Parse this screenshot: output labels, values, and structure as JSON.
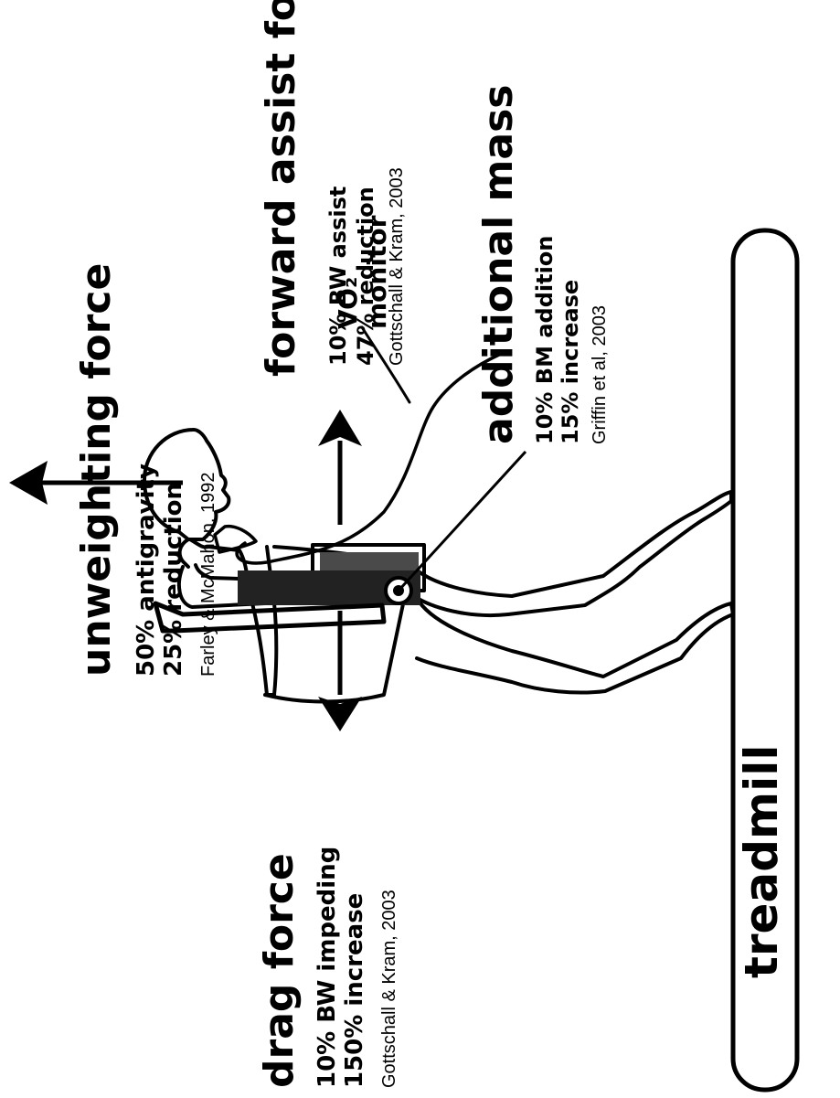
{
  "unweighting": {
    "title": "unweighting force",
    "line1": "50% antigravity",
    "line2": "25% reduction",
    "citation": "Farley & McMahon, 1992"
  },
  "drag": {
    "title": "drag force",
    "line1": "10% BW impeding",
    "line2": "150% increase",
    "citation": "Gottschall & Kram, 2003"
  },
  "forward_assist": {
    "title": "forward assist force",
    "line1": "10% BW assist",
    "line2": "47% reduction",
    "citation": "Gottschall & Kram, 2003"
  },
  "additional_mass": {
    "title": "additional mass",
    "line1": "10% BM addition",
    "line2": "15% increase",
    "citation": "Griffin et al, 2003"
  },
  "vo2": {
    "symbol": "VO₂",
    "label": "monitor"
  },
  "treadmill": {
    "label": "treadmill"
  }
}
